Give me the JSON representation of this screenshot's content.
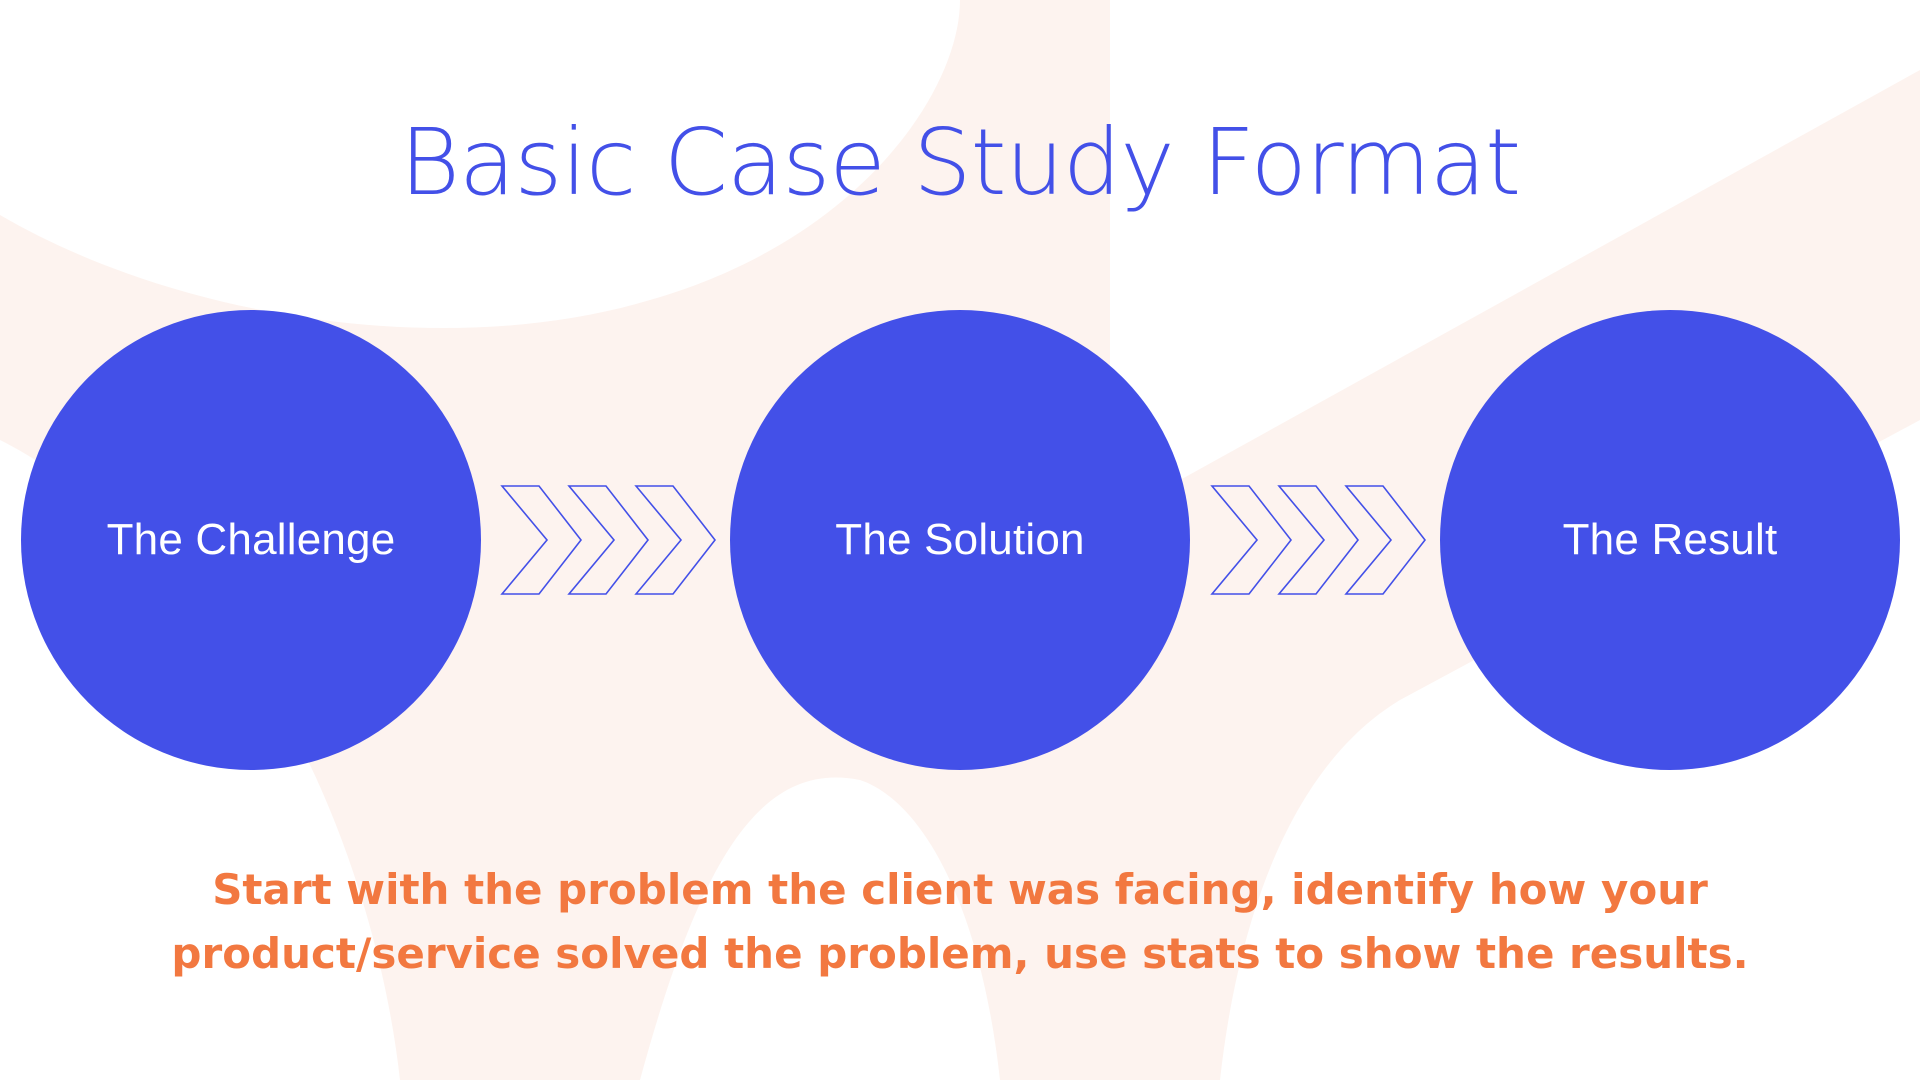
{
  "colors": {
    "primary": "#4350e8",
    "accent": "#f27840",
    "background_shape": "#fdf3ef",
    "background": "#ffffff"
  },
  "title": "Basic Case Study Format",
  "steps": [
    {
      "label": "The Challenge"
    },
    {
      "label": "The Solution"
    },
    {
      "label": "The Result"
    }
  ],
  "connectors": [
    {
      "icon": "triple-chevron-right-icon"
    },
    {
      "icon": "triple-chevron-right-icon"
    }
  ],
  "description": "Start with the problem the client was facing, identify how your product/service solved the problem, use stats to show the results."
}
